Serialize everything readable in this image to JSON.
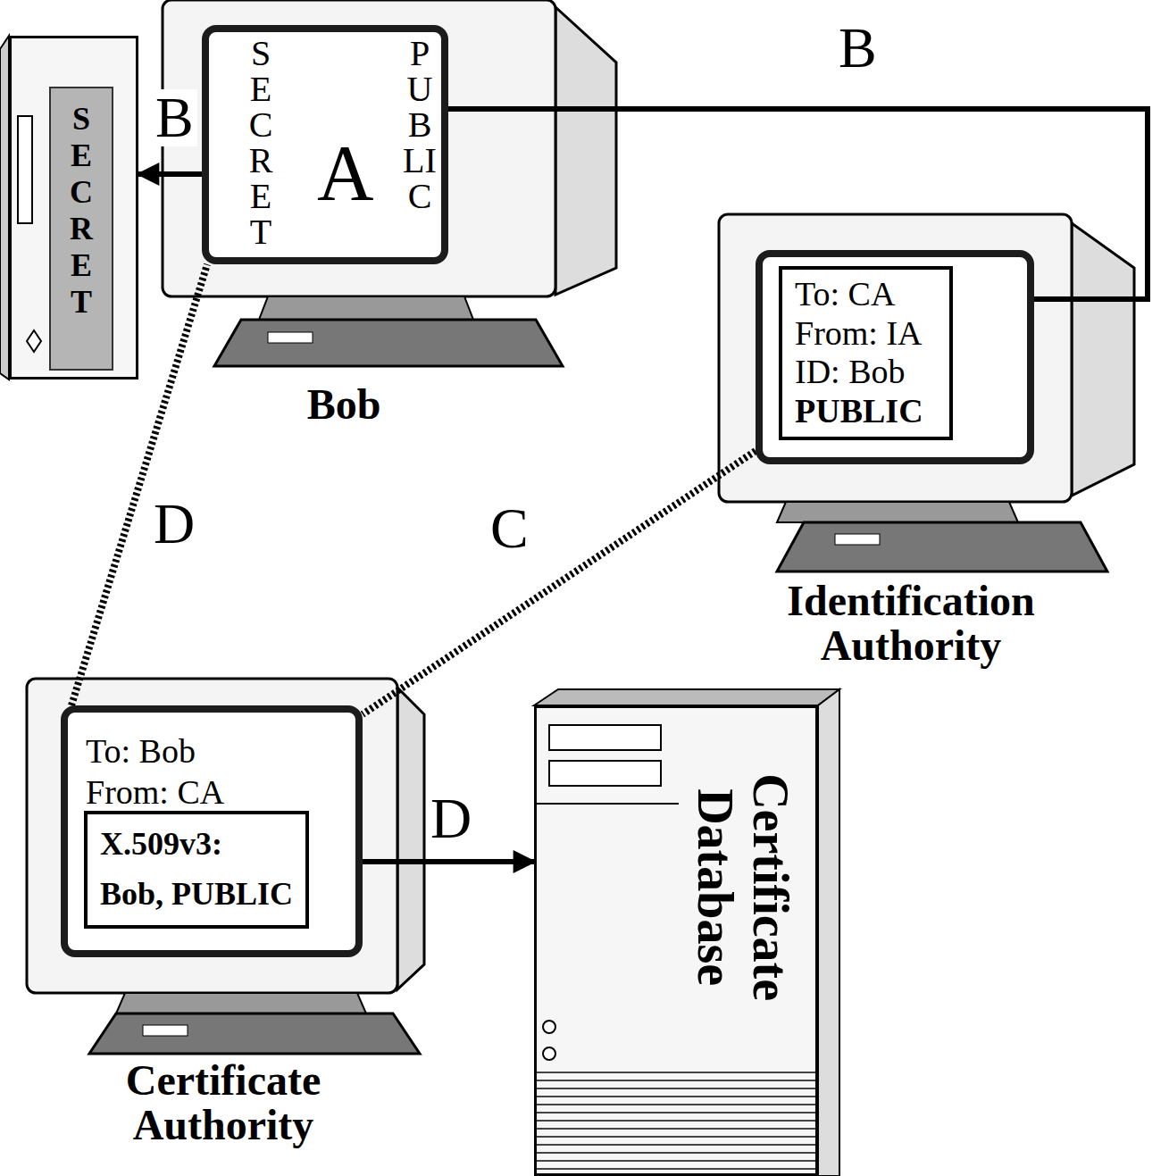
{
  "diagram": {
    "nodes": [
      {
        "text": [
          "SECRET",
          "A",
          "PUBLIC",
          "Bob"
        ]
      },
      {
        "text": [
          "SECRET"
        ]
      },
      {
        "text": [
          "Identification Authority"
        ]
      },
      {
        "text": [
          "To: CA",
          "From: IA",
          "ID: Bob",
          "PUBLIC"
        ],
        "in": 2
      },
      {
        "text": [
          "To: Bob",
          "From: CA",
          "Certificate Authority"
        ]
      },
      {
        "text": [
          "X.509v3:",
          "Bob, PUBLIC"
        ],
        "in": 4
      },
      {
        "text": [
          "Certificate Database"
        ]
      }
    ],
    "edges": [
      {
        "from": 0,
        "to": 1,
        "arrow": "to",
        "label": "B"
      },
      {
        "from": 0,
        "to": 2,
        "arrow": "none",
        "label": "B"
      },
      {
        "from": 2,
        "to": 4,
        "arrow": "none",
        "label": "C"
      },
      {
        "from": 4,
        "to": 0,
        "arrow": "none",
        "label": "D"
      },
      {
        "from": 5,
        "to": 6,
        "arrow": "to",
        "label": "D"
      }
    ]
  }
}
